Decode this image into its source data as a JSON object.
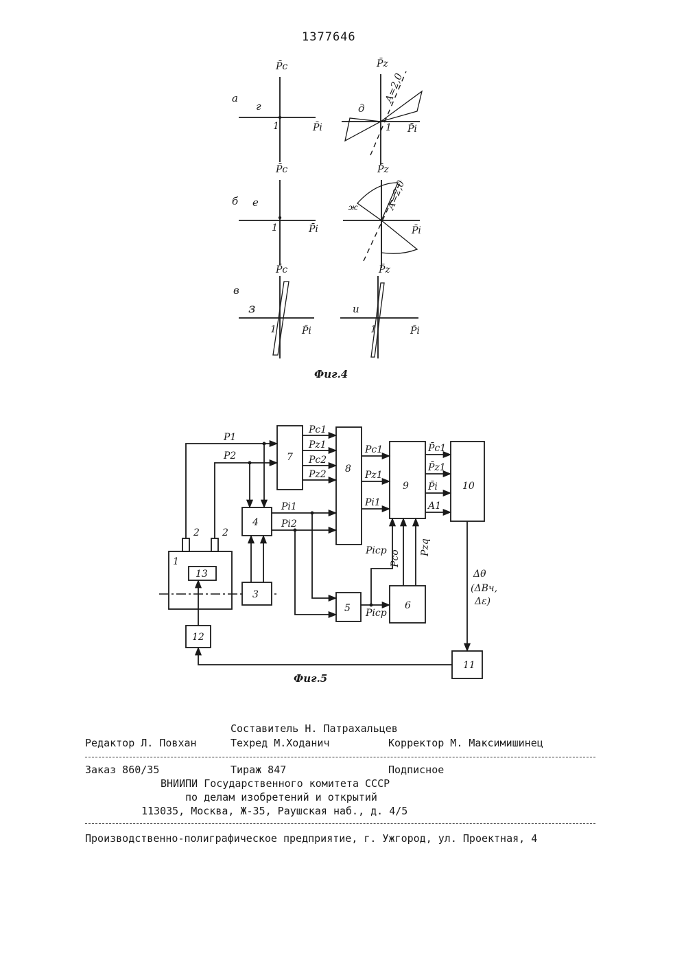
{
  "page_number": "1377646",
  "fig4": {
    "caption": "Фиг.4",
    "rows": [
      {
        "row_label": "а",
        "left_label": "г",
        "right_label": "д",
        "right_annot": "A=2,0",
        "left_axes": {
          "v": "P̄c",
          "h": "P̄i",
          "origin": "1"
        },
        "right_axes": {
          "v": "P̄z",
          "h": "P̄i",
          "origin": "1"
        }
      },
      {
        "row_label": "б",
        "left_label": "е",
        "right_label": "ж",
        "right_annot": "A=2,0",
        "left_axes": {
          "v": "P̄c",
          "h": "P̄i",
          "origin": "1"
        },
        "right_axes": {
          "v": "P̄z",
          "h": "P̄i",
          "origin": ""
        }
      },
      {
        "row_label": "в",
        "left_label": "з",
        "right_label": "и",
        "right_annot": "",
        "left_axes": {
          "v": "P̄c",
          "h": "P̄i",
          "origin": "1"
        },
        "right_axes": {
          "v": "P̄z",
          "h": "P̄i",
          "origin": "1"
        }
      }
    ]
  },
  "fig5": {
    "caption": "Фиг.5",
    "blocks": {
      "b1": "1",
      "b2a": "2",
      "b2b": "2",
      "b3": "3",
      "b4": "4",
      "b5": "5",
      "b6": "6",
      "b7": "7",
      "b8": "8",
      "b9": "9",
      "b10": "10",
      "b11": "11",
      "b12": "12",
      "b13": "13"
    },
    "signals": {
      "p1": "P1",
      "p2": "P2",
      "pc1_7": "Pc1",
      "pz1_7": "Pz1",
      "pc2_7": "Pc2",
      "pz2_7": "Pz2",
      "pi1": "Pi1",
      "pi2": "Pi2",
      "pc1_8": "Pc1",
      "pz1_8": "Pz1",
      "pi1_8": "Pi1",
      "picp_9": "Picp",
      "pco": "Pco",
      "pzq": "Pzq",
      "picp_5": "Picp",
      "pc1_out": "P̄c1",
      "pz1_out": "P̄z1",
      "pi_out": "P̄i",
      "a1_out": "A1",
      "dtheta": "Δθ",
      "dtheta2a": "(ΔBч,",
      "dtheta2b": "Δε)"
    }
  },
  "imprint": {
    "composer": "Составитель Н. Патрахальцев",
    "editor": "Редактор Л. Повхан",
    "techred": "Техред М.Ходанич",
    "corrector": "Корректор М. Максимишинец",
    "order": "Заказ 860/35",
    "circulation": "Тираж 847",
    "subscription": "Подписное",
    "org1": "ВНИИПИ Государственного комитета СССР",
    "org2": "по делам изобретений и открытий",
    "address": "113035, Москва, Ж-35, Раушская наб., д. 4/5",
    "printer": "Производственно-полиграфическое предприятие, г. Ужгород, ул. Проектная, 4"
  }
}
